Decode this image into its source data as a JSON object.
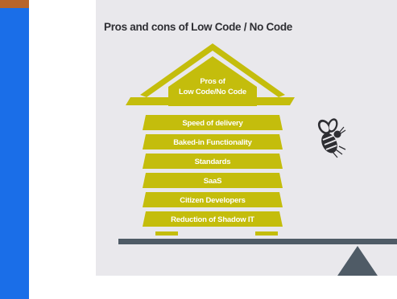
{
  "title": "Pros and cons of Low Code / No Code",
  "roof_label_line1": "Pros of",
  "roof_label_line2": "Low Code/No Code",
  "layers": [
    "Speed of delivery",
    "Baked-in Functionality",
    "Standards",
    "SaaS",
    "Citizen Developers",
    "Reduction of Shadow IT"
  ],
  "colors": {
    "accent": "#c4bd0c",
    "beam": "#4f5b66",
    "card": "#e9e8ec",
    "left_panel": "#1a6ee8"
  },
  "icons": [
    "bee-icon"
  ]
}
